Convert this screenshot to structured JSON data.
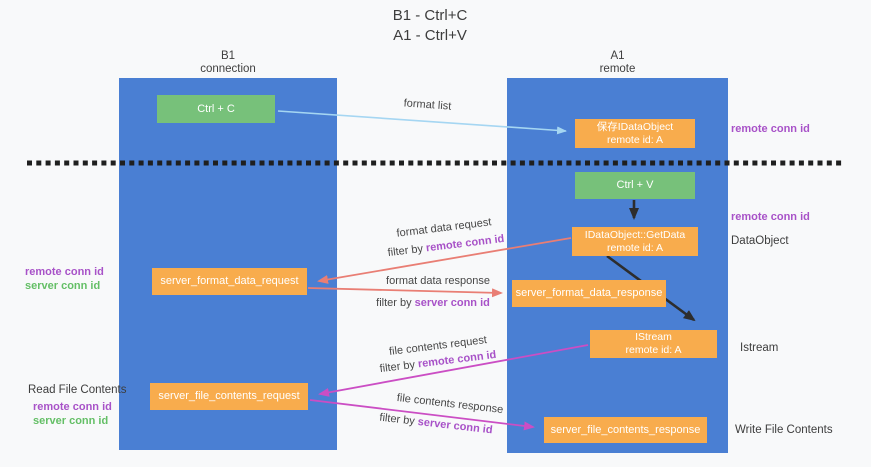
{
  "title": {
    "line1": "B1 - Ctrl+C",
    "line2": "A1 - Ctrl+V"
  },
  "lanes": {
    "left": {
      "title": "B1",
      "subtitle": "connection"
    },
    "right": {
      "title": "A1",
      "subtitle": "remote"
    }
  },
  "boxes": {
    "ctrl_c": {
      "label": "Ctrl + C"
    },
    "save_idataobject": {
      "line1": "保存IDataObject",
      "line2": "remote id: A"
    },
    "ctrl_v": {
      "label": "Ctrl + V"
    },
    "getdata": {
      "line1": "IDataObject::GetData",
      "line2": "remote id: A"
    },
    "server_format_data_request": {
      "label": "server_format_data_request"
    },
    "server_format_data_response": {
      "label": "server_format_data_response"
    },
    "istream": {
      "line1": "IStream",
      "line2": "remote id: A"
    },
    "server_file_contents_request": {
      "label": "server_file_contents_request"
    },
    "server_file_contents_response": {
      "label": "server_file_contents_response"
    }
  },
  "arrows": {
    "format_list": {
      "label": "format list"
    },
    "format_data_request": {
      "label": "format data request",
      "filter_prefix": "filter by ",
      "filter_key": "remote conn id"
    },
    "format_data_response": {
      "label": "format data response",
      "filter_prefix": "filter by ",
      "filter_key": "server conn id"
    },
    "file_contents_request": {
      "label": "file contents request",
      "filter_prefix": "filter by ",
      "filter_key": "remote conn id"
    },
    "file_contents_response": {
      "label": "file contents response",
      "filter_prefix": "filter by ",
      "filter_key": "server conn id"
    }
  },
  "annotations": {
    "right_top_remote_conn_id": "remote conn id",
    "right_mid_remote_conn_id": "remote conn id",
    "dataobject": "DataObject",
    "istream": "Istream",
    "write_file_contents": "Write File Contents",
    "left_remote_conn_id_1": "remote conn id",
    "left_server_conn_id_1": "server conn id",
    "read_file_contents": "Read File Contents",
    "left_remote_conn_id_2": "remote conn id",
    "left_server_conn_id_2": "server conn id"
  },
  "colors": {
    "lane_blue": "#4a7fd3",
    "box_green": "#77c17a",
    "box_orange": "#f8ac4d",
    "arrow_lightblue": "#a5d6f2",
    "arrow_red": "#e97e74",
    "arrow_magenta": "#cb4ec4",
    "arrow_black": "#2d2d2d",
    "label_purple": "#a852c8",
    "label_green": "#64bf66",
    "text_dark": "#3d3d3d"
  }
}
